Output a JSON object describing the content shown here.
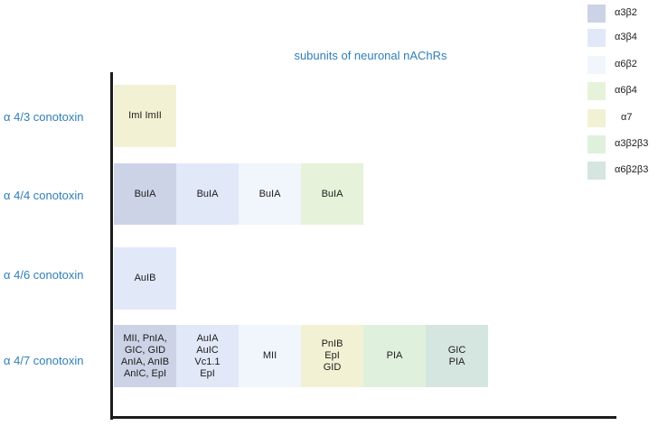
{
  "title": "subunits of neuronal nAChRs",
  "colors": {
    "a3b2": "#ccd3e6",
    "a3b4": "#e1e8f8",
    "a6b2": "#f1f5fc",
    "a6b4": "#e6f3da",
    "a7": "#f3f1d4",
    "a3b2b3": "#dff1dd",
    "a6b2b3": "#d5e5e0"
  },
  "legend": [
    {
      "label": "α3β2",
      "color": "#ccd3e6"
    },
    {
      "label": "α3β4",
      "color": "#e1e8f8"
    },
    {
      "label": "α6β2",
      "color": "#f1f5fc"
    },
    {
      "label": "α6β4",
      "color": "#e6f3da"
    },
    {
      "label": "α7",
      "color": "#f3f1d4"
    },
    {
      "label": "α3β2β3",
      "color": "#dff1dd"
    },
    {
      "label": "α6β2β3",
      "color": "#d5e5e0"
    }
  ],
  "rows": [
    {
      "label": "α 4/3 conotoxin",
      "cells": [
        {
          "text": "ImI ImII",
          "subunit": "α7"
        }
      ]
    },
    {
      "label": "α 4/4 conotoxin",
      "cells": [
        {
          "text": "BuIA",
          "subunit": "α3β2"
        },
        {
          "text": "BuIA",
          "subunit": "α3β4"
        },
        {
          "text": "BuIA",
          "subunit": "α6β2"
        },
        {
          "text": "BuIA",
          "subunit": "α6β4"
        }
      ]
    },
    {
      "label": "α 4/6 conotoxin",
      "cells": [
        {
          "text": "AuIB",
          "subunit": "α3β4"
        }
      ]
    },
    {
      "label": "α 4/7 conotoxin",
      "cells": [
        {
          "text": "MII, PnIA,\nGIC, GID\nAnIA, AnIB\nAnIC,  EpI",
          "subunit": "α3β2"
        },
        {
          "text": "AuIA\nAuIC\nVc1.1\nEpI",
          "subunit": "α3β4"
        },
        {
          "text": "MII",
          "subunit": "α6β2"
        },
        {
          "text": "PnIB\nEpI\nGID",
          "subunit": "α7"
        },
        {
          "text": "PIA",
          "subunit": "α3β2β3"
        },
        {
          "text": "GIC\nPIA",
          "subunit": "α6β2β3"
        }
      ]
    }
  ]
}
